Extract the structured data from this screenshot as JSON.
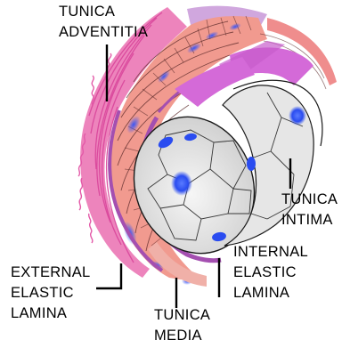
{
  "diagram": {
    "labels": {
      "tunica_adventitia": [
        "TUNICA",
        "ADVENTITIA"
      ],
      "tunica_intima": [
        "TUNICA",
        "INTIMA"
      ],
      "internal_elastic_lamina": [
        "INTERNAL",
        "ELASTIC",
        "LAMINA"
      ],
      "external_elastic_lamina": [
        "EXTERNAL",
        "ELASTIC",
        "LAMINA"
      ],
      "tunica_media": [
        "TUNICA",
        "MEDIA"
      ]
    },
    "colors": {
      "adventitia": "#ea6fb0",
      "media": "#f19a8f",
      "media_band": "#f0b0a8",
      "elastic_lamina": "#a44fb0",
      "intima_surface": "#d46ad8",
      "lumen": "#e8e8e8",
      "endothelial_nucleus": "#2a4cf0",
      "smooth_muscle_nucleus": "#3b4fe0"
    }
  }
}
